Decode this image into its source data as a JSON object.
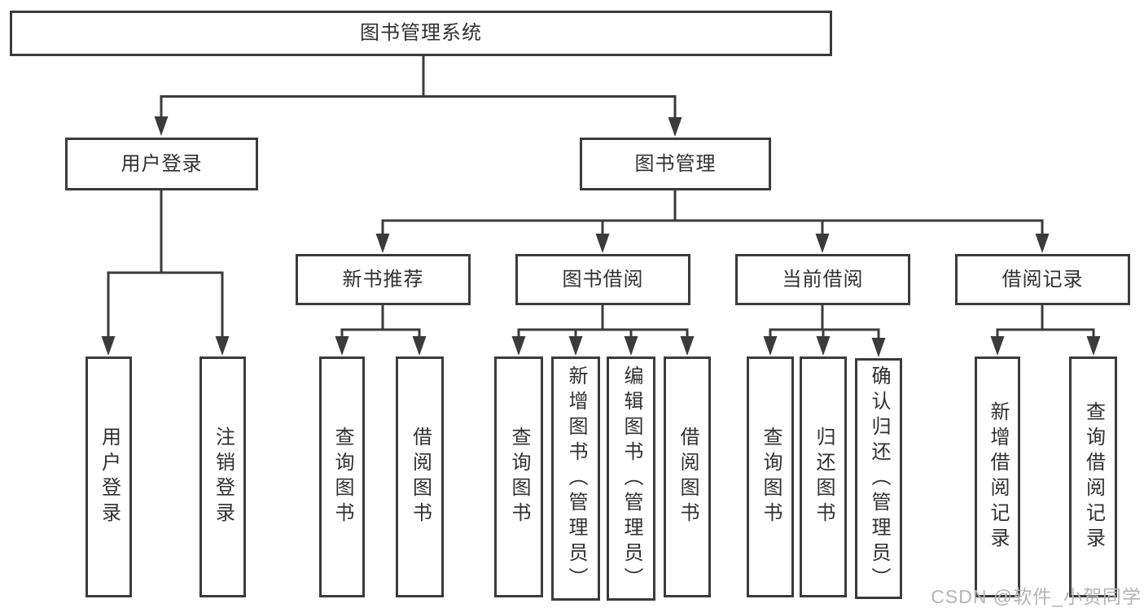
{
  "diagram": {
    "root": {
      "label": "图书管理系统"
    },
    "user_login": {
      "label": "用户登录",
      "children": [
        {
          "label": "用户登录"
        },
        {
          "label": "注销登录"
        }
      ]
    },
    "book_mgmt": {
      "label": "图书管理",
      "sections": [
        {
          "label": "新书推荐",
          "children": [
            {
              "label": "查询图书"
            },
            {
              "label": "借阅图书"
            }
          ]
        },
        {
          "label": "图书借阅",
          "children": [
            {
              "label": "查询图书"
            },
            {
              "label": "新增图书（管理员）"
            },
            {
              "label": "编辑图书（管理员）"
            },
            {
              "label": "借阅图书"
            }
          ]
        },
        {
          "label": "当前借阅",
          "children": [
            {
              "label": "查询图书"
            },
            {
              "label": "归还图书"
            },
            {
              "label": "确认归还（管理员）"
            }
          ]
        },
        {
          "label": "借阅记录",
          "children": [
            {
              "label": "新增借阅记录"
            },
            {
              "label": "查询借阅记录"
            }
          ]
        }
      ]
    }
  },
  "watermark": {
    "text": "CSDN @软件_小贺同学"
  },
  "colors": {
    "line": "#3b3b3b",
    "text": "#303030",
    "watermark": "#b4b4b4",
    "background": "#ffffff"
  }
}
